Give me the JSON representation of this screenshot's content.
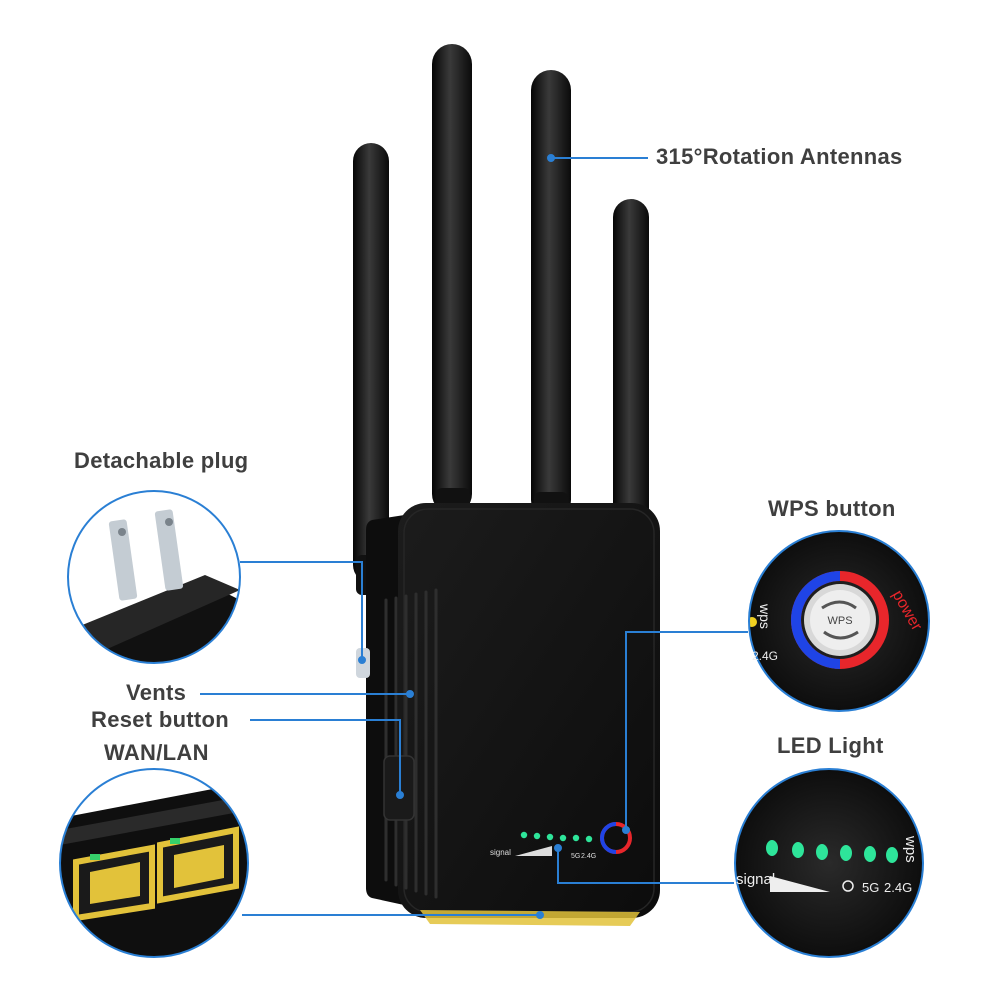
{
  "callouts": {
    "antennas": "315°Rotation Antennas",
    "plug": "Detachable plug",
    "wps": "WPS button",
    "vents": "Vents",
    "reset": "Reset button",
    "wan_lan": "WAN/LAN",
    "led": "LED Light"
  },
  "panel_labels": {
    "signal": "signal",
    "band_5g": "5G",
    "band_24g": "2.4G",
    "wps": "wps",
    "power": "power",
    "wps_button_text": "WPS"
  },
  "colors": {
    "accent_line": "#2a7fd4",
    "device_body": "#151515",
    "led_green": "#2ee59a",
    "wps_ring_blue": "#1f44e6",
    "wps_ring_red": "#e8262b",
    "port_yellow": "#e2c23a"
  }
}
